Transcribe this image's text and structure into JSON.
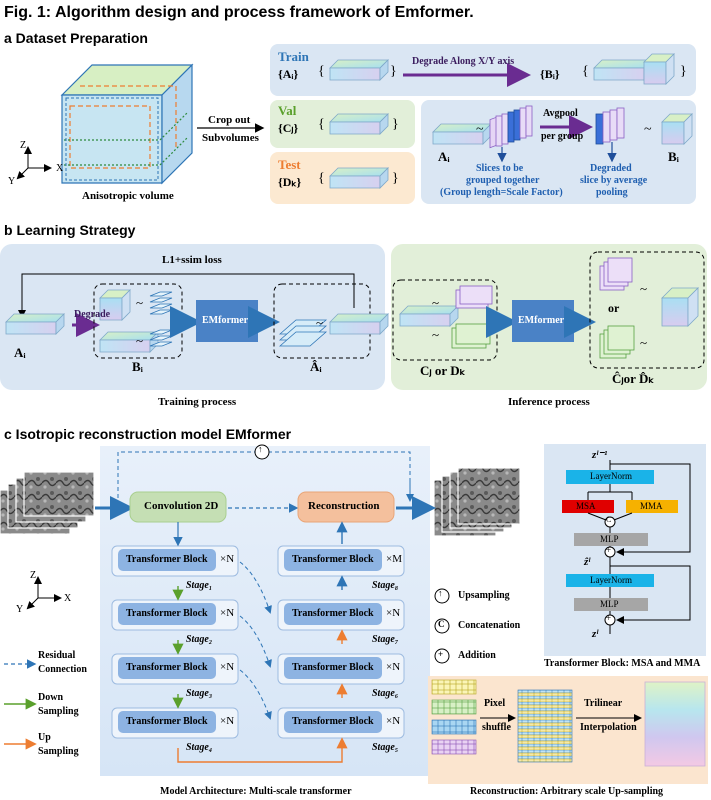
{
  "figure": {
    "title": "Fig. 1:  Algorithm design and process framework of Emformer."
  },
  "section_a": {
    "heading": "a Dataset Preparation",
    "volume_label": "Anisotropic volume",
    "crop_label_1": "Crop out",
    "crop_label_2": "Subvolumes",
    "axes": {
      "z": "Z",
      "x": "X",
      "y": "Y"
    },
    "train": {
      "name": "Train",
      "set": "{Aᵢ}",
      "degrade_label": "Degrade Along X/Y axis",
      "out_set": "{Bᵢ}"
    },
    "val": {
      "name": "Val",
      "set": "{Cⱼ}"
    },
    "test": {
      "name": "Test",
      "set": "{Dₖ}"
    },
    "detail": {
      "a_label": "Aᵢ",
      "b_label": "Bᵢ",
      "avgpool_1": "Avgpool",
      "avgpool_2": "per group",
      "slices_note_1": "Slices to be",
      "slices_note_2": "grouped together",
      "slices_note_3": "(Group length=Scale Factor)",
      "degraded_note_1": "Degraded",
      "degraded_note_2": "slice by average",
      "degraded_note_3": "pooling",
      "tilde": "~"
    }
  },
  "section_b": {
    "heading": "b Learning Strategy",
    "loss_label": "L1+ssim loss",
    "degrade_label": "Degrade",
    "emformer_label": "EMformer",
    "a_label": "Aᵢ",
    "b_label": "Bᵢ",
    "ahat_label": "Âᵢ",
    "inference_in_label": "Cⱼ or Dₖ",
    "inference_out_label": "Ĉⱼor D̂ₖ",
    "or_label": "or",
    "training_caption": "Training process",
    "inference_caption": "Inference process"
  },
  "section_c": {
    "heading": "c Isotropic reconstruction model EMformer",
    "conv_label": "Convolution 2D",
    "recon_label": "Reconstruction",
    "block_label": "Transformer  Block",
    "n_label": "×N",
    "m_label": "×M",
    "stages": [
      "Stage₁",
      "Stage₂",
      "Stage₃",
      "Stage₄",
      "Stage₅",
      "Stage₆",
      "Stage₇",
      "Stage₈"
    ],
    "legend": {
      "residual_1": "Residual",
      "residual_2": "Connection",
      "down_1": "Down",
      "down_2": "Sampling",
      "up_1": "Up",
      "up_2": "Sampling",
      "upsampling": "Upsampling",
      "concatenation": "Concatenation",
      "addition": "Addition"
    },
    "symbols": {
      "up": "↑",
      "concat": "C",
      "add": "+"
    },
    "block_detail": {
      "z_in": "zˡ⁻¹",
      "layernorm": "LayerNorm",
      "msa": "MSA",
      "mma": "MMA",
      "mlp": "MLP",
      "z_hat": "ẑˡ",
      "z_out": "zˡ",
      "caption": "Transformer  Block: MSA and MMA"
    },
    "upsample_detail": {
      "pixel_1": "Pixel",
      "pixel_2": "shuffle",
      "tri_1": "Trilinear",
      "tri_2": "Interpolation",
      "caption": "Reconstruction: Arbitrary  scale Up-sampling"
    },
    "model_caption": "Model Architecture:  Multi-scale transformer"
  },
  "colors": {
    "blue_panel": "#dae6f3",
    "green_panel": "#e2efd9",
    "orange_panel": "#fce9d1",
    "emformer_blue": "#4a82c6",
    "block_blue": "#8db3e2",
    "purple_arrow": "#6a2c91",
    "conv_green": "#c5dfb4",
    "recon_orange": "#f4c09d",
    "layernorm": "#1ab3e8",
    "msa_red": "#e00000",
    "mma_orange": "#f6b100",
    "mlp_gray": "#a6a6a6"
  }
}
